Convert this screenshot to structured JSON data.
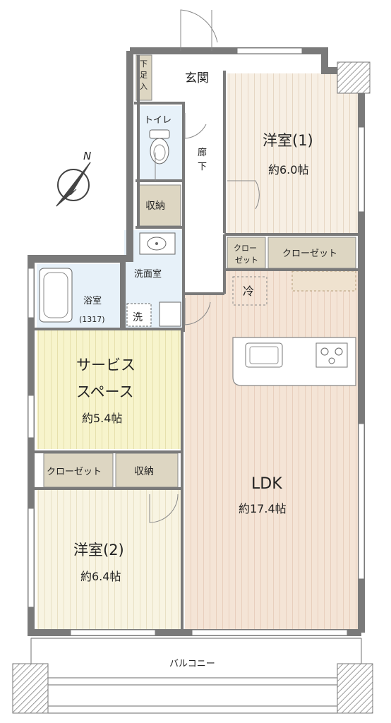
{
  "rooms": {
    "genkan": "玄関",
    "shitabako": "下足入",
    "toilet": "トイレ",
    "rouka": "廊下",
    "shuno_top": "収納",
    "senmenjo": "洗面室",
    "sen": "洗",
    "yokushitsu": "浴室",
    "yokushitsu_size": "(1317)",
    "yoshitsu1": "洋室(1)",
    "yoshitsu1_area": "約6.0帖",
    "closet_small": "クロー\nゼット",
    "closet_small_line1": "クロー",
    "closet_small_line2": "ゼット",
    "closet_top": "クローゼット",
    "rei": "冷",
    "service_line1": "サービス",
    "service_line2": "スペース",
    "service_area": "約5.4帖",
    "closet_mid": "クローゼット",
    "shuno_mid": "収納",
    "ldk": "LDK",
    "ldk_area": "約17.4帖",
    "yoshitsu2": "洋室(2)",
    "yoshitsu2_area": "約6.4帖",
    "balcony": "バルコニー",
    "north": "N"
  },
  "colors": {
    "wall": "#7a7a7a",
    "floor_wood": "#f6ede2",
    "floor_ldk": "#f3e3d6",
    "floor_service": "#f6f3c8",
    "floor_wet": "#e6f0f8",
    "storage": "#ddd6c2",
    "cabinet": "#d9d2bd"
  }
}
